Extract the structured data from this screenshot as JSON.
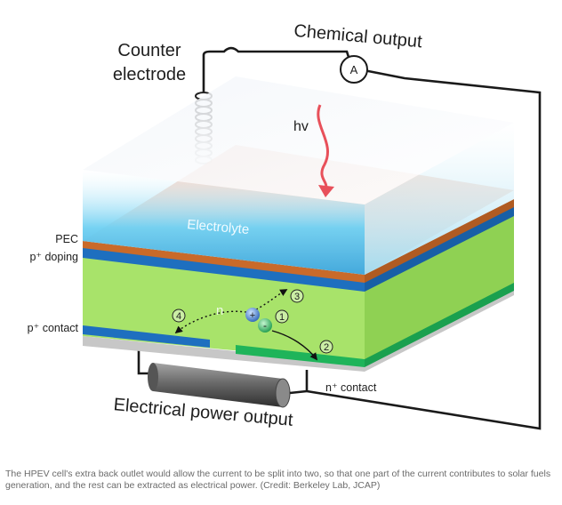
{
  "diagram": {
    "labels": {
      "counter_electrode_line1": "Counter",
      "counter_electrode_line2": "electrode",
      "chemical_output": "Chemical output",
      "ammeter": "A",
      "photon": "hv",
      "electrolyte": "Electrolyte",
      "pec": "PEC",
      "p_doping": "p⁺ doping",
      "p_contact": "p⁺ contact",
      "n_contact": "n⁺ contact",
      "electrical_power_output": "Electrical power output",
      "n_region": "n",
      "hole_sign": "+",
      "electron_sign": "-",
      "step_1": "1",
      "step_2": "2",
      "step_3": "3",
      "step_4": "4"
    },
    "colors": {
      "semiconductor_green": "#a8e36a",
      "electrolyte_blue": "#5bc8ee",
      "pec_copper": "#c96a2a",
      "p_layer_blue": "#1e6fbf",
      "n_contact_green": "#1fb45a",
      "wire": "#1a1a1a",
      "photon_arrow": "#e8505a"
    }
  },
  "caption": "The HPEV cell's extra back outlet would allow the current to be split into two, so that one part of the current contributes to solar fuels generation, and the rest can be extracted as electrical power. (Credit: Berkeley Lab, JCAP)"
}
